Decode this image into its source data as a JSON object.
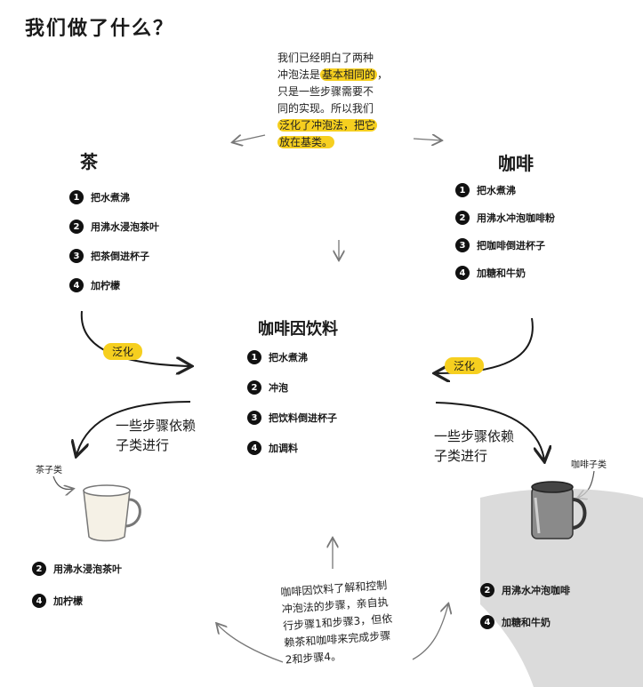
{
  "title": "我们做了什么？",
  "top_note": {
    "line1": "我们已经明白了两种",
    "line2_pre": "冲泡法是",
    "line2_hl": "基本相同的",
    "line2_post": "，",
    "line3": "只是一些步骤需要不",
    "line4": "同的实现。所以我们",
    "line5_hl": "泛化了冲泡法，把它",
    "line6_hl": "放在基类。"
  },
  "tea": {
    "title": "茶",
    "steps": [
      {
        "num": "1",
        "text": "把水煮沸"
      },
      {
        "num": "2",
        "text": "用沸水浸泡茶叶"
      },
      {
        "num": "3",
        "text": "把茶倒进杯子"
      },
      {
        "num": "4",
        "text": "加柠檬"
      }
    ]
  },
  "coffee": {
    "title": "咖啡",
    "steps": [
      {
        "num": "1",
        "text": "把水煮沸"
      },
      {
        "num": "2",
        "text": "用沸水冲泡咖啡粉"
      },
      {
        "num": "3",
        "text": "把咖啡倒进杯子"
      },
      {
        "num": "4",
        "text": "加糖和牛奶"
      }
    ]
  },
  "base": {
    "title": "咖啡因饮料",
    "steps": [
      {
        "num": "1",
        "text": "把水煮沸"
      },
      {
        "num": "2",
        "text": "冲泡"
      },
      {
        "num": "3",
        "text": "把饮料倒进杯子"
      },
      {
        "num": "4",
        "text": "加调料"
      }
    ]
  },
  "generalize_left": "泛化",
  "generalize_right": "泛化",
  "dep_left": {
    "line1": "一些步骤依赖",
    "line2": "子类进行"
  },
  "dep_right": {
    "line1": "一些步骤依赖",
    "line2": "子类进行"
  },
  "tea_subclass_label": "茶子类",
  "coffee_subclass_label": "咖啡子类",
  "tea_sub_steps": [
    {
      "num": "2",
      "text": "用沸水浸泡茶叶"
    },
    {
      "num": "4",
      "text": "加柠檬"
    }
  ],
  "coffee_sub_steps": [
    {
      "num": "2",
      "text": "用沸水冲泡咖啡"
    },
    {
      "num": "4",
      "text": "加糖和牛奶"
    }
  ],
  "bottom_note": {
    "line1": "咖啡因饮料了解和控制",
    "line2": "冲泡法的步骤，亲自执",
    "line3": "行步骤1和步骤3，但依",
    "line4": "赖茶和咖啡来完成步骤",
    "line5": "2和步骤4。"
  },
  "colors": {
    "highlight": "#f6cf1f",
    "ink": "#1a1a1a"
  }
}
